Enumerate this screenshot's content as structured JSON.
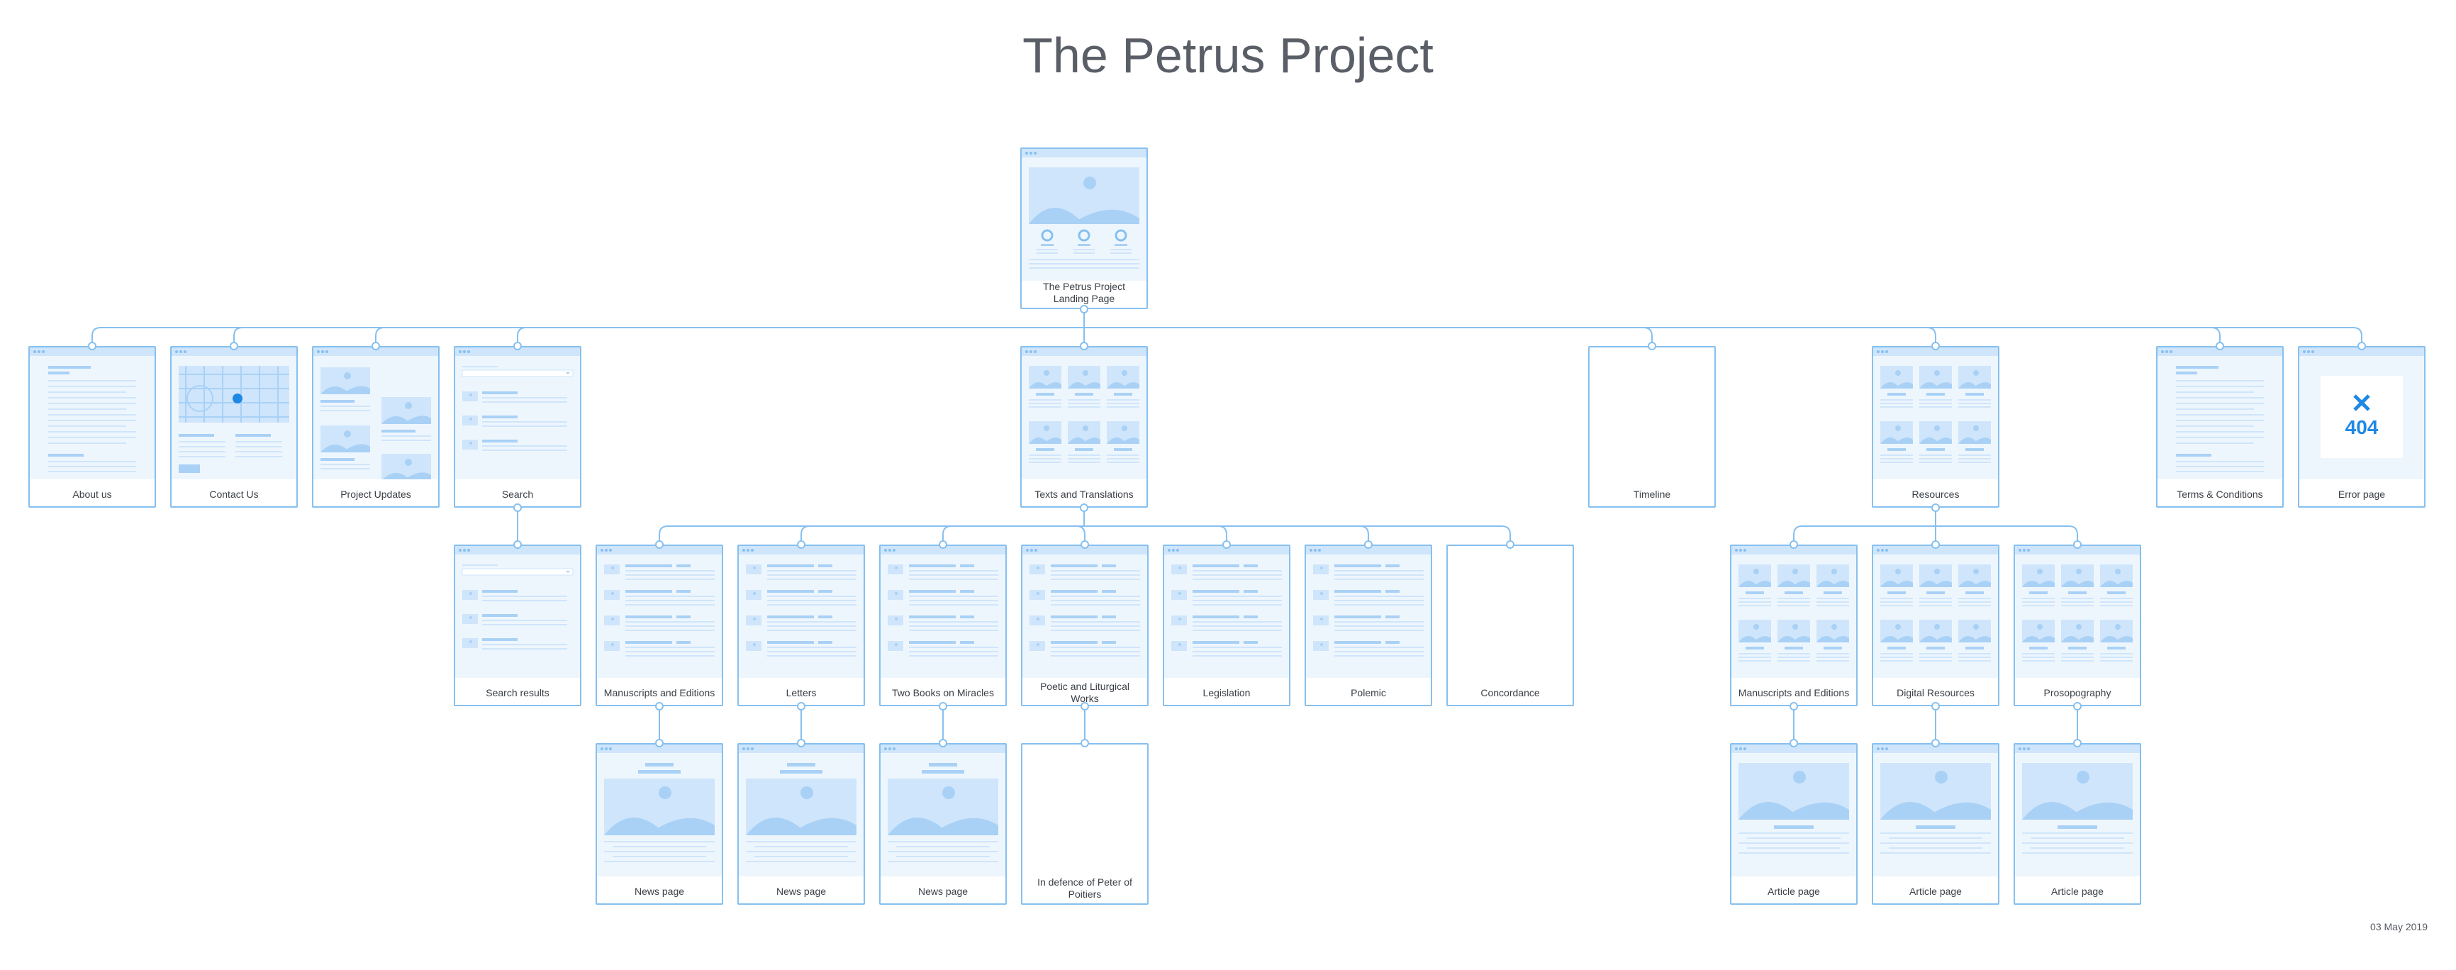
{
  "title": "The Petrus Project",
  "date": "03 May 2019",
  "colors": {
    "line": "#86c0ef",
    "fill": "#cfe5fb",
    "fill_dark": "#a9d1f6",
    "bg": "#eef6fd",
    "accent": "#1e88e5"
  },
  "error_code": "404",
  "nodes": {
    "landing": {
      "label": "The Petrus Project Landing Page",
      "kind": "landing"
    },
    "about": {
      "label": "About us",
      "kind": "text"
    },
    "contact": {
      "label": "Contact Us",
      "kind": "map"
    },
    "updates": {
      "label": "Project Updates",
      "kind": "updates"
    },
    "search": {
      "label": "Search",
      "kind": "search"
    },
    "texts": {
      "label": "Texts and Translations",
      "kind": "grid"
    },
    "timeline": {
      "label": "Timeline",
      "kind": "blank"
    },
    "resources": {
      "label": "Resources",
      "kind": "grid"
    },
    "terms": {
      "label": "Terms & Conditions",
      "kind": "text"
    },
    "error": {
      "label": "Error page",
      "kind": "error"
    },
    "search_results": {
      "label": "Search results",
      "kind": "search"
    },
    "manuscripts": {
      "label": "Manuscripts and Editions",
      "kind": "list"
    },
    "letters": {
      "label": "Letters",
      "kind": "list"
    },
    "miracles": {
      "label": "Two Books on Miracles",
      "kind": "list"
    },
    "poetic": {
      "label": "Poetic and Liturgical Works",
      "kind": "list"
    },
    "legislation": {
      "label": "Legislation",
      "kind": "list"
    },
    "polemic": {
      "label": "Polemic",
      "kind": "list"
    },
    "concordance": {
      "label": "Concordance",
      "kind": "blank"
    },
    "res_manuscripts": {
      "label": "Manuscripts and Editions",
      "kind": "grid"
    },
    "digital": {
      "label": "Digital Resources",
      "kind": "grid"
    },
    "prosopography": {
      "label": "Prosopography",
      "kind": "grid"
    },
    "news1": {
      "label": "News page",
      "kind": "news"
    },
    "news2": {
      "label": "News page",
      "kind": "news"
    },
    "news3": {
      "label": "News page",
      "kind": "news"
    },
    "defence": {
      "label": "In defence of Peter of Poitiers",
      "kind": "blank"
    },
    "article1": {
      "label": "Article page",
      "kind": "article"
    },
    "article2": {
      "label": "Article page",
      "kind": "article"
    },
    "article3": {
      "label": "Article page",
      "kind": "article"
    }
  },
  "edges": [
    [
      "landing",
      "about"
    ],
    [
      "landing",
      "contact"
    ],
    [
      "landing",
      "updates"
    ],
    [
      "landing",
      "search"
    ],
    [
      "landing",
      "texts"
    ],
    [
      "landing",
      "timeline"
    ],
    [
      "landing",
      "resources"
    ],
    [
      "landing",
      "terms"
    ],
    [
      "landing",
      "error"
    ],
    [
      "search",
      "search_results"
    ],
    [
      "texts",
      "manuscripts"
    ],
    [
      "texts",
      "letters"
    ],
    [
      "texts",
      "miracles"
    ],
    [
      "texts",
      "poetic"
    ],
    [
      "texts",
      "legislation"
    ],
    [
      "texts",
      "polemic"
    ],
    [
      "texts",
      "concordance"
    ],
    [
      "resources",
      "res_manuscripts"
    ],
    [
      "resources",
      "digital"
    ],
    [
      "resources",
      "prosopography"
    ],
    [
      "manuscripts",
      "news1"
    ],
    [
      "letters",
      "news2"
    ],
    [
      "miracles",
      "news3"
    ],
    [
      "poetic",
      "defence"
    ],
    [
      "res_manuscripts",
      "article1"
    ],
    [
      "digital",
      "article2"
    ],
    [
      "prosopography",
      "article3"
    ]
  ]
}
